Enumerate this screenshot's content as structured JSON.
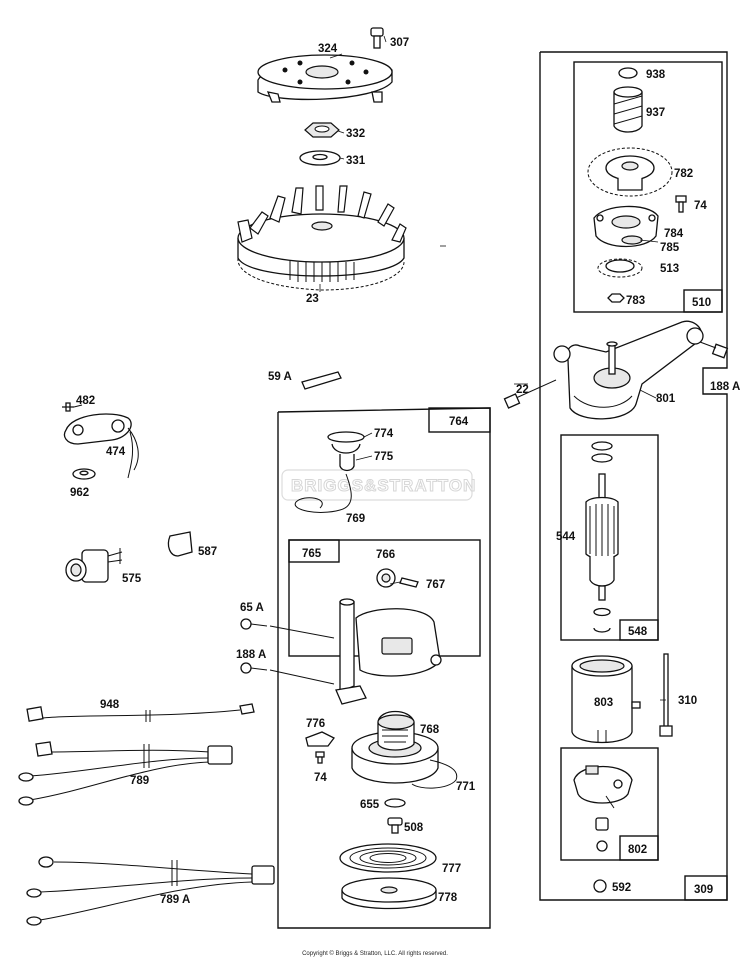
{
  "labels": {
    "p324": "324",
    "p307": "307",
    "p332": "332",
    "p331": "331",
    "p23": "23",
    "p482": "482",
    "p474": "474",
    "p962": "962",
    "p575": "575",
    "p587": "587",
    "p59a": "59 A",
    "p764": "764",
    "p774": "774",
    "p775": "775",
    "p769": "769",
    "p765": "765",
    "p766": "766",
    "p767": "767",
    "p65a": "65 A",
    "p188a_left": "188 A",
    "p776": "776",
    "p74_left": "74",
    "p768": "768",
    "p771": "771",
    "p655": "655",
    "p508": "508",
    "p777": "777",
    "p778": "778",
    "p948": "948",
    "p789": "789",
    "p789a": "789 A",
    "p938": "938",
    "p937": "937",
    "p782": "782",
    "p74_right": "74",
    "p784": "784",
    "p785": "785",
    "p513": "513",
    "p783": "783",
    "p510": "510",
    "p22": "22",
    "p801": "801",
    "p188a_right": "188 A",
    "p544": "544",
    "p548": "548",
    "p803": "803",
    "p310": "310",
    "p802": "802",
    "p592": "592",
    "p309": "309"
  },
  "watermark": "BRIGGS&STRATTON",
  "copyright": "Copyright © Briggs & Stratton, LLC. All rights reserved."
}
